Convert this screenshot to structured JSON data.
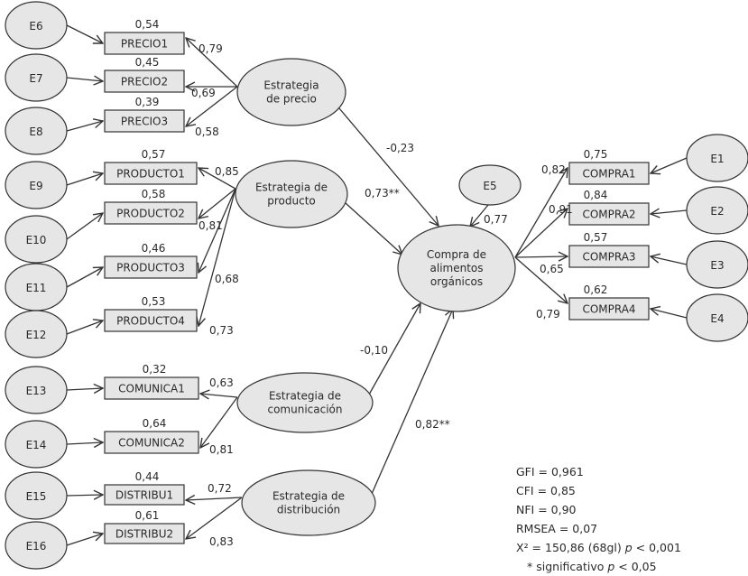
{
  "diagram": {
    "type": "structural-equation-model",
    "colors": {
      "node_fill": "#e6e6e6",
      "stroke": "#333333",
      "text": "#2a2a2a"
    },
    "errors": [
      {
        "id": "E1",
        "label": "E1"
      },
      {
        "id": "E2",
        "label": "E2"
      },
      {
        "id": "E3",
        "label": "E3"
      },
      {
        "id": "E4",
        "label": "E4"
      },
      {
        "id": "E5",
        "label": "E5"
      },
      {
        "id": "E6",
        "label": "E6"
      },
      {
        "id": "E7",
        "label": "E7"
      },
      {
        "id": "E8",
        "label": "E8"
      },
      {
        "id": "E9",
        "label": "E9"
      },
      {
        "id": "E10",
        "label": "E10"
      },
      {
        "id": "E11",
        "label": "E11"
      },
      {
        "id": "E12",
        "label": "E12"
      },
      {
        "id": "E13",
        "label": "E13"
      },
      {
        "id": "E14",
        "label": "E14"
      },
      {
        "id": "E15",
        "label": "E15"
      },
      {
        "id": "E16",
        "label": "E16"
      }
    ],
    "latents": [
      {
        "id": "precio",
        "lines": [
          "Estrategia",
          "de precio"
        ]
      },
      {
        "id": "producto",
        "lines": [
          "Estrategia de",
          "producto"
        ]
      },
      {
        "id": "comunicacion",
        "lines": [
          "Estrategia de",
          "comunicación"
        ]
      },
      {
        "id": "distribucion",
        "lines": [
          "Estrategia de",
          "distribución"
        ]
      },
      {
        "id": "compra",
        "lines": [
          "Compra de",
          "alimentos",
          "orgánicos"
        ]
      }
    ],
    "indicators": [
      {
        "id": "PRECIO1",
        "label": "PRECIO1",
        "r2": "0,54",
        "loading": "0,79"
      },
      {
        "id": "PRECIO2",
        "label": "PRECIO2",
        "r2": "0,45",
        "loading": "0,69"
      },
      {
        "id": "PRECIO3",
        "label": "PRECIO3",
        "r2": "0,39",
        "loading": "0,58"
      },
      {
        "id": "PRODUCTO1",
        "label": "PRODUCTO1",
        "r2": "0,57",
        "loading": "0,85"
      },
      {
        "id": "PRODUCTO2",
        "label": "PRODUCTO2",
        "r2": "0,58",
        "loading": "0,81"
      },
      {
        "id": "PRODUCTO3",
        "label": "PRODUCTO3",
        "r2": "0,46",
        "loading": "0,68"
      },
      {
        "id": "PRODUCTO4",
        "label": "PRODUCTO4",
        "r2": "0,53",
        "loading": "0,73"
      },
      {
        "id": "COMUNICA1",
        "label": "COMUNICA1",
        "r2": "0,32",
        "loading": "0,63"
      },
      {
        "id": "COMUNICA2",
        "label": "COMUNICA2",
        "r2": "0,64",
        "loading": "0,81"
      },
      {
        "id": "DISTRIBU1",
        "label": "DISTRIBU1",
        "r2": "0,44",
        "loading": "0,72"
      },
      {
        "id": "DISTRIBU2",
        "label": "DISTRIBU2",
        "r2": "0,61",
        "loading": "0,83"
      },
      {
        "id": "COMPRA1",
        "label": "COMPRA1",
        "r2": "0,75",
        "loading": "0,82"
      },
      {
        "id": "COMPRA2",
        "label": "COMPRA2",
        "r2": "0,84",
        "loading": "0,91"
      },
      {
        "id": "COMPRA3",
        "label": "COMPRA3",
        "r2": "0,57",
        "loading": "0,65"
      },
      {
        "id": "COMPRA4",
        "label": "COMPRA4",
        "r2": "0,62",
        "loading": "0,79"
      }
    ],
    "structural_paths": [
      {
        "from": "precio",
        "to": "compra",
        "coef": "-0,23"
      },
      {
        "from": "producto",
        "to": "compra",
        "coef": "0,73**"
      },
      {
        "from": "comunicacion",
        "to": "compra",
        "coef": "-0,10"
      },
      {
        "from": "distribucion",
        "to": "compra",
        "coef": "0,82**"
      },
      {
        "from": "E5",
        "to": "compra",
        "coef": "0,77"
      }
    ],
    "fit_stats": {
      "gfi": "GFI = 0,961",
      "cfi": "CFI = 0,85",
      "nfi": "NFI = 0,90",
      "rmsea": "RMSEA = 0,07",
      "chi_prefix": "X² = 150,86 (68gl) ",
      "chi_p": "p",
      "chi_suffix": " < 0,001",
      "note_prefix": "* significativo ",
      "note_p": "p",
      "note_suffix": " < 0,05"
    }
  }
}
